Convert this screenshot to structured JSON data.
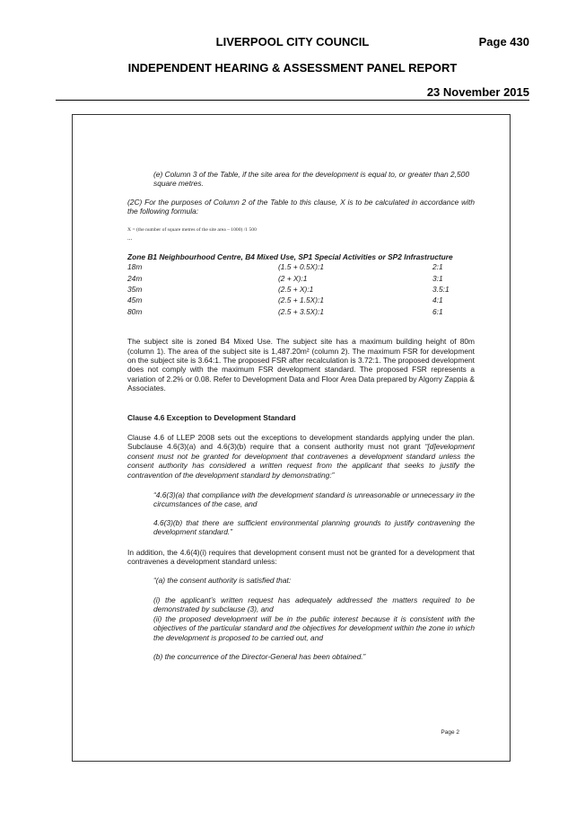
{
  "header": {
    "council": "LIVERPOOL CITY COUNCIL",
    "page": "Page 430",
    "report": "INDEPENDENT HEARING & ASSESSMENT PANEL REPORT",
    "date": "23 November 2015"
  },
  "doc": {
    "item_e": "(e)  Column 3 of the Table, if the site area for the development is equal to, or greater than 2,500 square metres.",
    "para_2c": "(2C)  For the purposes of Column 2 of the Table to this clause, X is to be calculated in accordance with the following formula:",
    "formula": "X  =  (the number of square metres of the site area – 1000) /1 500",
    "ellipsis": "...",
    "zone_heading": "Zone B1 Neighbourhood Centre, B4 Mixed Use, SP1 Special Activities or SP2 Infrastructure",
    "table": [
      [
        "18m",
        "(1.5 + 0.5X):1",
        "2:1"
      ],
      [
        "24m",
        "(2 + X):1",
        "3:1"
      ],
      [
        "35m",
        "(2.5 + X):1",
        "3.5:1"
      ],
      [
        "45m",
        "(2.5 + 1.5X):1",
        "4:1"
      ],
      [
        "80m",
        "(2.5 + 3.5X):1",
        "6:1"
      ]
    ],
    "subject_para": "The subject site is zoned B4 Mixed Use. The subject site has a maximum building height of 80m (column 1). The area of the subject site is 1,487.20m² (column 2). The maximum FSR for development on the subject site is 3.64:1. The proposed FSR after recalculation is 3.72:1. The proposed development does not comply with the maximum FSR development standard. The proposed FSR represents a variation of 2.2% or 0.08. Refer to Development Data and Floor Area Data prepared by Algorry Zappia & Associates.",
    "clause_heading": "Clause 4.6 Exception to Development Standard",
    "clause_para_normal": "Clause 4.6 of LLEP 2008 sets out the exceptions to development standards applying under the plan. Subclause 4.6(3)(a) and 4.6(3)(b) require that a consent authority must not grant ",
    "clause_para_italic": "“[d]evelopment consent must not be granted for development that contravenes a development standard unless the consent authority has considered a written request from the applicant that seeks to justify the contravention of the development standard by demonstrating:”",
    "quote_a": "“4.6(3)(a) that compliance with the development standard is unreasonable or unnecessary in the circumstances of the case, and",
    "quote_b": "4.6(3)(b) that there are sufficient environmental planning grounds to justify contravening the development standard.”",
    "addition_para": "In addition, the 4.6(4)(i) requires that development consent must not be granted for a development that contravenes a development standard unless:",
    "cond_a": "“(a)  the consent authority is satisfied that:",
    "cond_i": "(i)  the applicant’s written request has adequately addressed the matters required to be demonstrated by subclause (3), and",
    "cond_ii": "(ii)  the proposed development will be in the public interest because it is consistent with the objectives of the particular standard and the objectives for development within the zone in which the development is proposed to be carried out, and",
    "cond_b": "(b)  the concurrence of the Director-General has been obtained.”",
    "page_label": "Page 2"
  }
}
